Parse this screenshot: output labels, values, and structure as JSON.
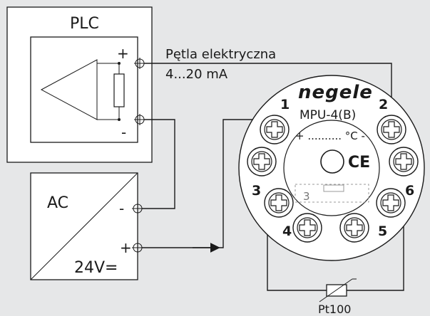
{
  "plc": {
    "title": "PLC",
    "plus": "+",
    "minus": "-"
  },
  "loop": {
    "line1": "Pętla elektryczna",
    "line2": "4...20 mA"
  },
  "supply": {
    "ac": "AC",
    "dc": "24V=",
    "minus": "-",
    "plus": "+"
  },
  "transmitter": {
    "brand": "negele",
    "model": "MPU-4(B)",
    "display": "+ .......... °C -",
    "ce": "CE",
    "inner_terminal": "3",
    "terminals": [
      "1",
      "2",
      "3",
      "4",
      "5",
      "6"
    ]
  },
  "sensor": {
    "label": "Pt100"
  },
  "colors": {
    "background": "#e6e7e8",
    "panel": "#ffffff",
    "line": "#1a1a1a",
    "dotted": "#999999"
  }
}
